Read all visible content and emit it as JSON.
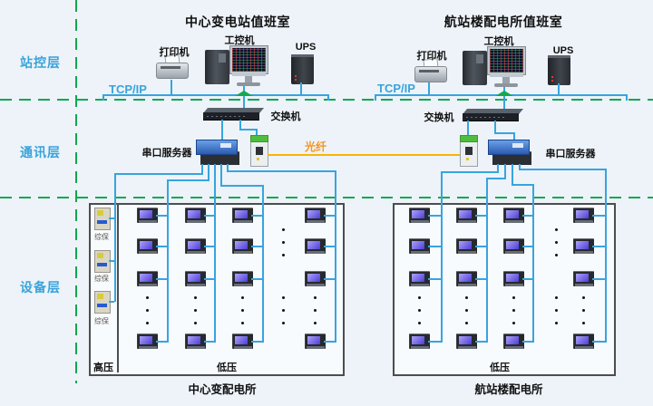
{
  "layers": {
    "station_control": "站控层",
    "communication": "通讯层",
    "device": "设备层"
  },
  "network": {
    "tcpip": "TCP/IP",
    "fiber": "光纤",
    "switch": "交换机",
    "serial_server": "串口服务器"
  },
  "rooms": [
    {
      "title": "中心变电站值班室",
      "printer": "打印机",
      "workstation": "工控机",
      "ups": "UPS"
    },
    {
      "title": "航站楼配电所值班室",
      "printer": "打印机",
      "workstation": "工控机",
      "ups": "UPS"
    }
  ],
  "substations": [
    {
      "caption": "中心变配电所",
      "high_voltage": "高压",
      "low_voltage": "低压",
      "protection": "综保",
      "protection_count": 3,
      "meter_columns": 4,
      "meter_rows": 4
    },
    {
      "caption": "航站楼配电所",
      "low_voltage": "低压",
      "meter_columns": 4,
      "meter_rows": 4
    }
  ],
  "colors": {
    "layer_label": "#39a3da",
    "green_line": "#10a74f",
    "wire_blue": "#38a4de",
    "fiber_yellow": "#f7b500",
    "fiber_label": "#f7941d",
    "background": "#edf3f9"
  }
}
